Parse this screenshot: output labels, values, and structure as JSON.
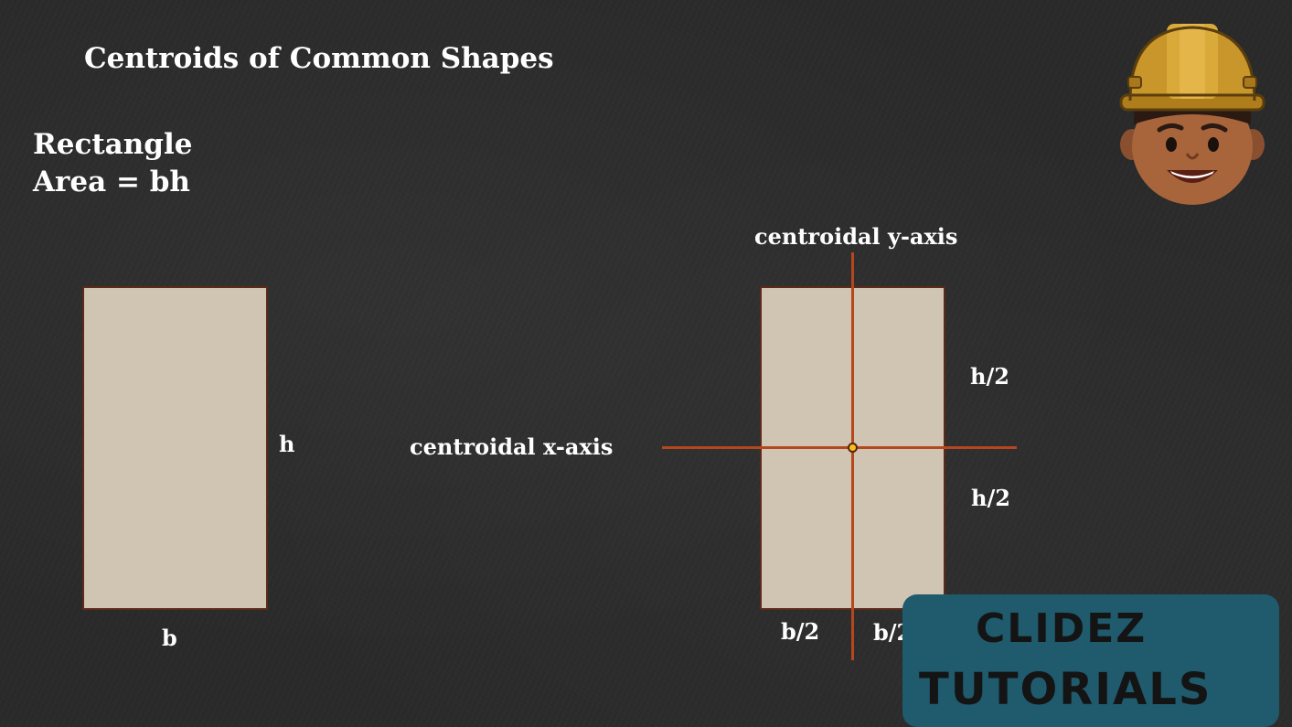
{
  "title": "Centroids of Common Shapes",
  "shape": {
    "name": "Rectangle",
    "area": "Area = bh"
  },
  "left_diagram": {
    "height_label": "h",
    "base_label": "b"
  },
  "right_diagram": {
    "y_axis_label": "centroidal y-axis",
    "x_axis_label": "centroidal x-axis",
    "half_height_upper": "h/2",
    "half_height_lower": "h/2",
    "half_base_left": "b/2",
    "half_base_right": "b/2"
  },
  "logo": {
    "line1": "CLIDEZ",
    "line2": "TUTORIALS"
  },
  "colors": {
    "background": "#2a2a2a",
    "rectangle_fill": "#cfc5b2",
    "rectangle_border": "#5b2a18",
    "axis_line": "#b5461d",
    "centroid_dot": "#f2c316",
    "logo_bg": "#1f5a6d",
    "helmet": "#c8962a"
  },
  "icons": {
    "mascot": "engineer-mascot-icon"
  }
}
